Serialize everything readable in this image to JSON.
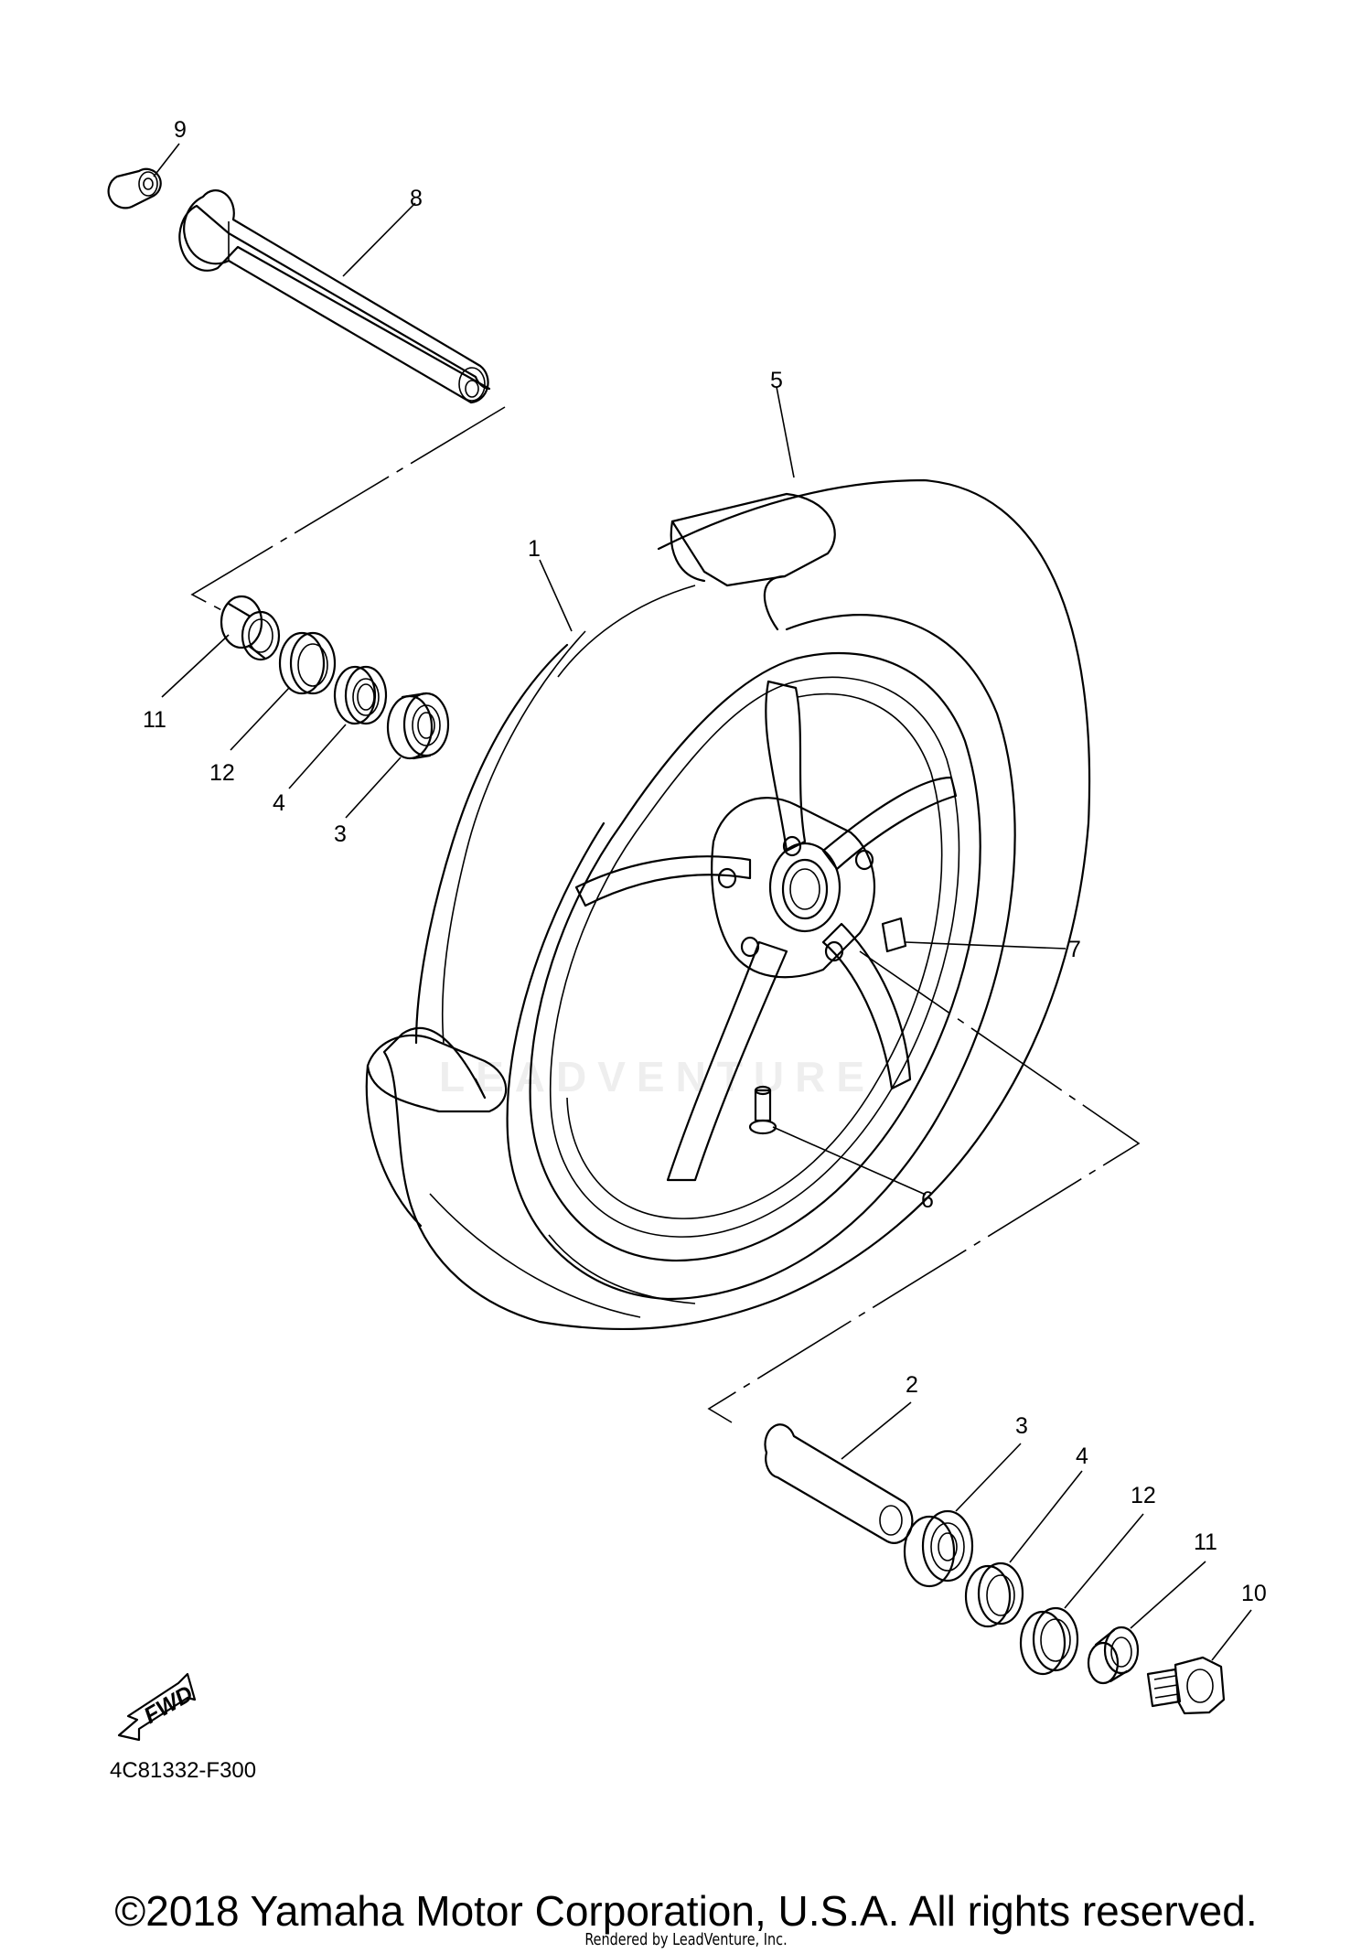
{
  "diagram": {
    "reference_code": "4C81332-F300",
    "fwd_label": "FWD",
    "watermark": "LEADVENTURE",
    "callouts": {
      "c1": "1",
      "c2": "2",
      "c3a": "3",
      "c3b": "3",
      "c4a": "4",
      "c4b": "4",
      "c5": "5",
      "c6": "6",
      "c7": "7",
      "c8": "8",
      "c9": "9",
      "c10": "10",
      "c11a": "11",
      "c11b": "11",
      "c12a": "12",
      "c12b": "12"
    }
  },
  "footer": {
    "copyright": "©2018 Yamaha Motor Corporation, U.S.A. All rights reserved.",
    "rendered_by": "Rendered by LeadVenture, Inc."
  }
}
